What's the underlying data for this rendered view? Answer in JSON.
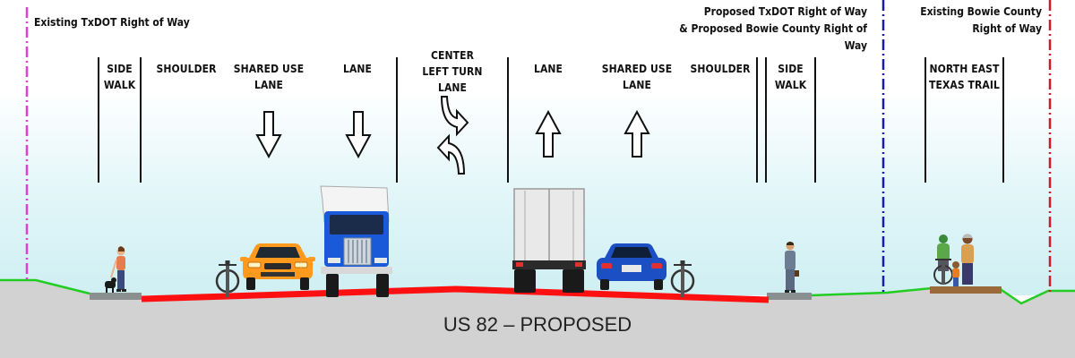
{
  "title": "US 82 – PROPOSED",
  "row_labels": {
    "existing_txdot": "Existing TxDOT Right of Way",
    "proposed_line1": "Proposed TxDOT Right of Way",
    "proposed_line2": "& Proposed Bowie County Right of Way",
    "bowie_line1": "Existing Bowie County",
    "bowie_line2": "Right of Way"
  },
  "zones": [
    {
      "id": "sidewalk-left",
      "lines": [
        "SIDE",
        "WALK"
      ]
    },
    {
      "id": "shoulder-left",
      "lines": [
        "SHOULDER"
      ]
    },
    {
      "id": "shared-use-lane-left",
      "lines": [
        "SHARED USE",
        "LANE"
      ],
      "arrow": "down"
    },
    {
      "id": "lane-left",
      "lines": [
        "LANE"
      ],
      "arrow": "down"
    },
    {
      "id": "center-left-turn-lane",
      "lines": [
        "CENTER",
        "LEFT TURN",
        "LANE"
      ],
      "arrow": "turn"
    },
    {
      "id": "lane-right",
      "lines": [
        "LANE"
      ],
      "arrow": "up"
    },
    {
      "id": "shared-use-lane-right",
      "lines": [
        "SHARED USE",
        "LANE"
      ],
      "arrow": "up"
    },
    {
      "id": "shoulder-right",
      "lines": [
        "SHOULDER"
      ]
    },
    {
      "id": "sidewalk-right",
      "lines": [
        "SIDE",
        "WALK"
      ]
    },
    {
      "id": "north-east-texas-trail",
      "lines": [
        "NORTH EAST",
        "TEXAS TRAIL"
      ]
    }
  ],
  "colors": {
    "existing_txdot_row_line": "#e040d0",
    "proposed_row_line": "#1a1ab0",
    "bowie_row_line": "#d01a2a",
    "pavement": "#ff1010",
    "grass": "#22cc22",
    "ground": "#d2d2d2",
    "truck_cab": "#1a5ad8",
    "car_left": "#ff9a1e",
    "car_right": "#1c4fc4"
  }
}
